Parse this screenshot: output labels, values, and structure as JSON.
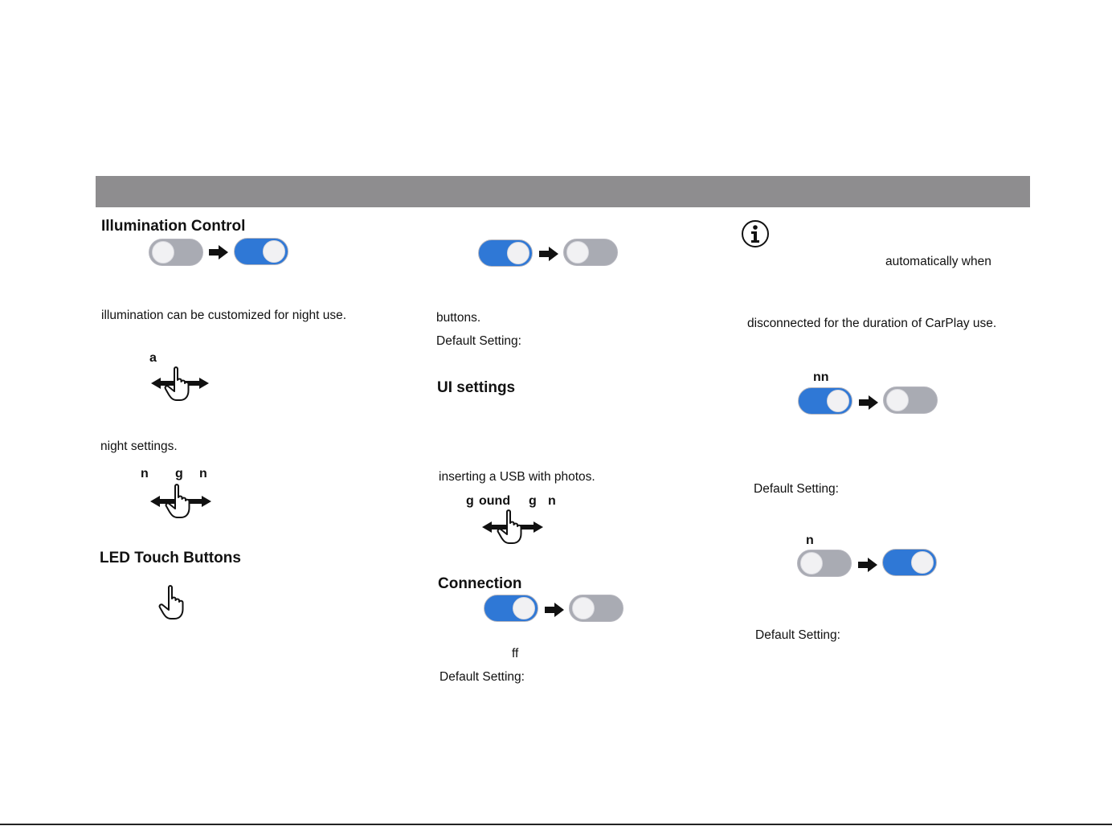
{
  "col1": {
    "illumination_title": "Illumination Control",
    "illumination_desc": "illumination can be customized for night use.",
    "swipe1_label": "a",
    "night_text": "night settings.",
    "swipe2_labels": [
      "n",
      "g",
      "n"
    ],
    "led_title": "LED Touch Buttons"
  },
  "col2": {
    "buttons_text": "buttons.",
    "default1": "Default Setting:",
    "ui_title": "UI settings",
    "usb_text": "inserting a USB with photos.",
    "swipe_labels": [
      "g",
      "ound",
      "g",
      "n"
    ],
    "connection_title": "Connection",
    "ff_text": "ff",
    "default2": "Default Setting:"
  },
  "col3": {
    "auto_text": "automatically when",
    "disconnected_text": "disconnected for the duration of CarPlay use.",
    "toggle1_label": "nn",
    "default1": "Default Setting:",
    "toggle2_label": "n",
    "default2": "Default Setting:"
  },
  "icons": [
    "toggle-off-icon",
    "toggle-on-icon",
    "arrow-right-icon",
    "swipe-hand-icon",
    "tap-hand-icon",
    "info-icon"
  ],
  "colors": {
    "header_bar": "#8e8d8f",
    "toggle_on": "#2f78d6",
    "toggle_off": "#a9abb3"
  }
}
